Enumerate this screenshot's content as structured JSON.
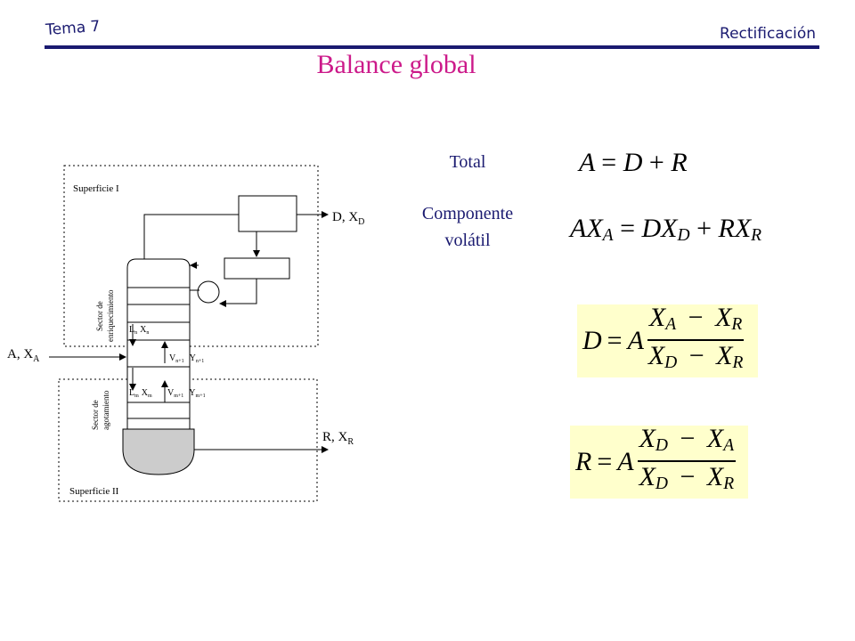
{
  "header": {
    "topic": "Tema 7",
    "section": "Rectificación"
  },
  "title": "Balance global",
  "labels": {
    "total": "Total",
    "component_line1": "Componente",
    "component_line2": "volátil"
  },
  "equations": {
    "total": {
      "lhs": "A",
      "eq": "=",
      "rhs1": "D",
      "op": "+",
      "rhs2": "R"
    },
    "component": {
      "a": "AX",
      "a_sub": "A",
      "eq": "=",
      "d": "DX",
      "d_sub": "D",
      "op": "+",
      "r": "RX",
      "r_sub": "R"
    },
    "distillate": {
      "lhs": "D",
      "eq": "=",
      "factor": "A",
      "num": "X_A − X_R",
      "den": "X_D − X_R"
    },
    "residue": {
      "lhs": "R",
      "eq": "=",
      "factor": "A",
      "num": "X_D − X_A",
      "den": "X_D − X_R"
    }
  },
  "diagram": {
    "surface1": "Superficie I",
    "surface2": "Superficie II",
    "feed_label": "A, X",
    "feed_sub": "A",
    "distillate_label": "D, X",
    "distillate_sub": "D",
    "residue_label": "R, X",
    "residue_sub": "R",
    "sector_enrich_line1": "Sector de",
    "sector_enrich_line2": "enriquecimiento",
    "sector_exhaust_line1": "Sector de",
    "sector_exhaust_line2": "agotamiento",
    "ln": "L",
    "ln_sub": "n",
    "xn": "X",
    "xn_sub": "n",
    "vn1": "V",
    "vn1_sub": "n+1",
    "yn1": "Y",
    "yn1_sub": "n+1",
    "lm": "L",
    "lm_sub": "m",
    "xm": "X",
    "xm_sub": "m",
    "vm1": "V",
    "vm1_sub": "m+1",
    "ym1": "Y",
    "ym1_sub": "m+1"
  }
}
